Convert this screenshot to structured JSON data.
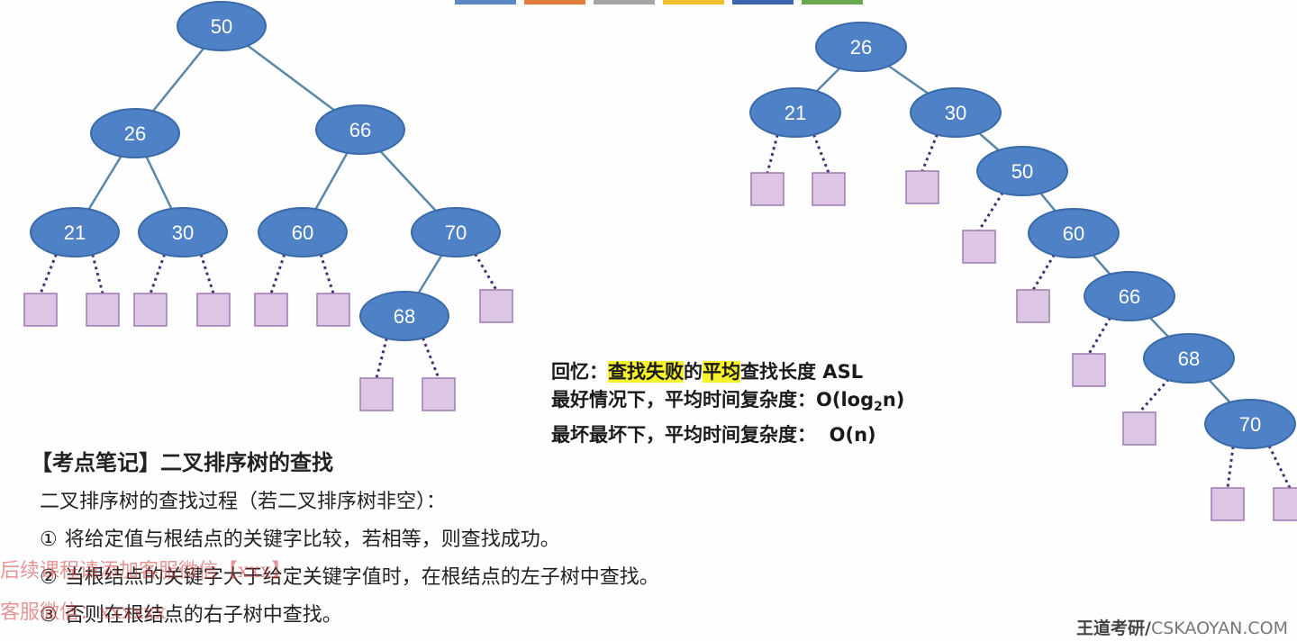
{
  "top_tab_colors": [
    "#5b87c5",
    "#e07b39",
    "#a5a5a5",
    "#f2c12e",
    "#3f64b0",
    "#6aa84f"
  ],
  "colors": {
    "node_fill": "#4f81c7",
    "node_stroke": "#3a6aa8",
    "leaf_fill": "#dcc6e4",
    "leaf_stroke": "#9b7bb0",
    "edge": "#5a87a8",
    "dotted_edge": "#4a2e6e",
    "highlight": "#f6f12a"
  },
  "tree_left": {
    "nodes": [
      "50",
      "26",
      "66",
      "21",
      "30",
      "60",
      "70",
      "68"
    ]
  },
  "tree_right": {
    "nodes": [
      "26",
      "21",
      "30",
      "50",
      "60",
      "66",
      "68",
      "70"
    ]
  },
  "recall": {
    "prefix": "回忆：",
    "hl1": "查找失败",
    "mid": "的",
    "hl2": "平均",
    "suffix": "查找长度 ASL",
    "best": "最好情况下，平均时间复杂度：O(log",
    "best_sub": "2",
    "best_end": "n)",
    "worst": "最坏最坏下，平均时间复杂度：  O(n)"
  },
  "notes": {
    "title": "【考点笔记】二叉排序树的查找",
    "intro": "二叉排序树的查找过程（若二叉排序树非空）：",
    "steps": [
      {
        "num": "①",
        "text": "将给定值与根结点的关键字比较，若相等，则查找成功。"
      },
      {
        "num": "②",
        "text": "当根结点的关键字大于给定关键字值时，在根结点的左子树中查找。"
      },
      {
        "num": "③",
        "text": "否则在根结点的右子树中查找。"
      }
    ]
  },
  "watermark": {
    "line1": "后续课程请添加客服微信【xxx】",
    "line2": "客服微信：xxxxxx"
  },
  "footer": {
    "brand": "王道考研/",
    "site": "CSKAOYAN.COM"
  }
}
